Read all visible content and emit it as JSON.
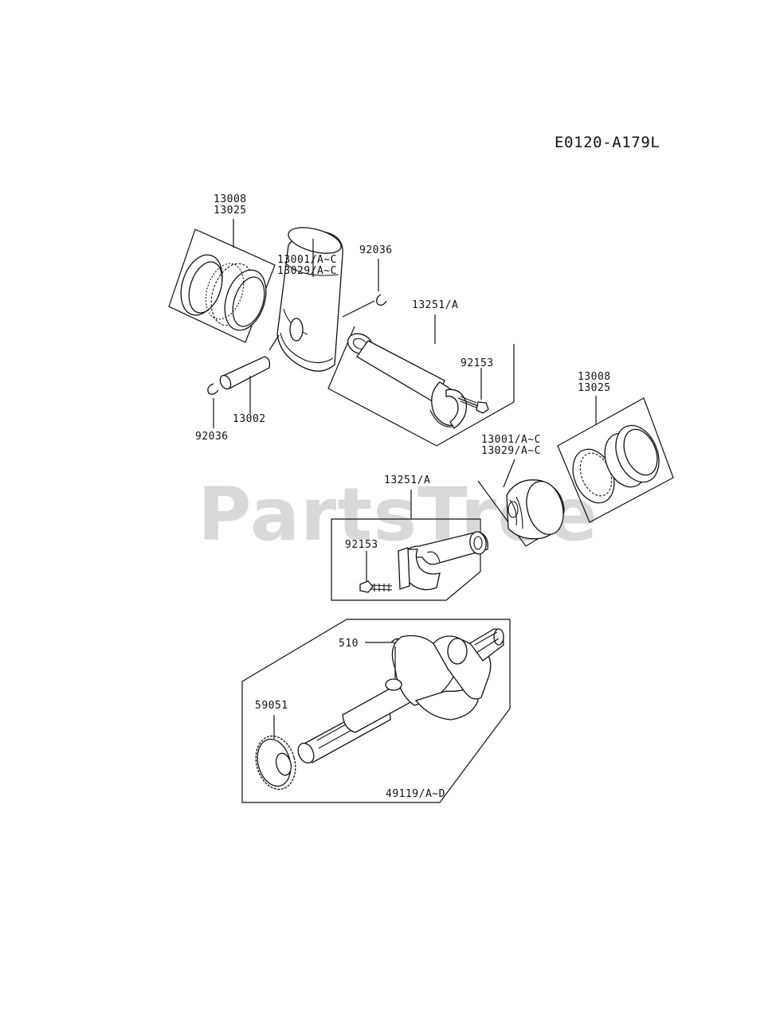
{
  "diagram_code": "E0120-A179L",
  "watermark": "PartsTree",
  "callouts": {
    "rings_upper": [
      "13008",
      "13025"
    ],
    "piston_upper": [
      "13001/A~C",
      "13029/A~C"
    ],
    "clip_upper_right": "92036",
    "rod_upper": "13251/A",
    "bolt_upper": "92153",
    "clip_upper_left": "92036",
    "pin": "13002",
    "rings_lower": [
      "13008",
      "13025"
    ],
    "piston_lower": [
      "13001/A~C",
      "13029/A~C"
    ],
    "rod_lower": "13251/A",
    "bolt_lower": "92153",
    "key": "510",
    "gear": "59051",
    "crankshaft": "49119/A~D"
  }
}
